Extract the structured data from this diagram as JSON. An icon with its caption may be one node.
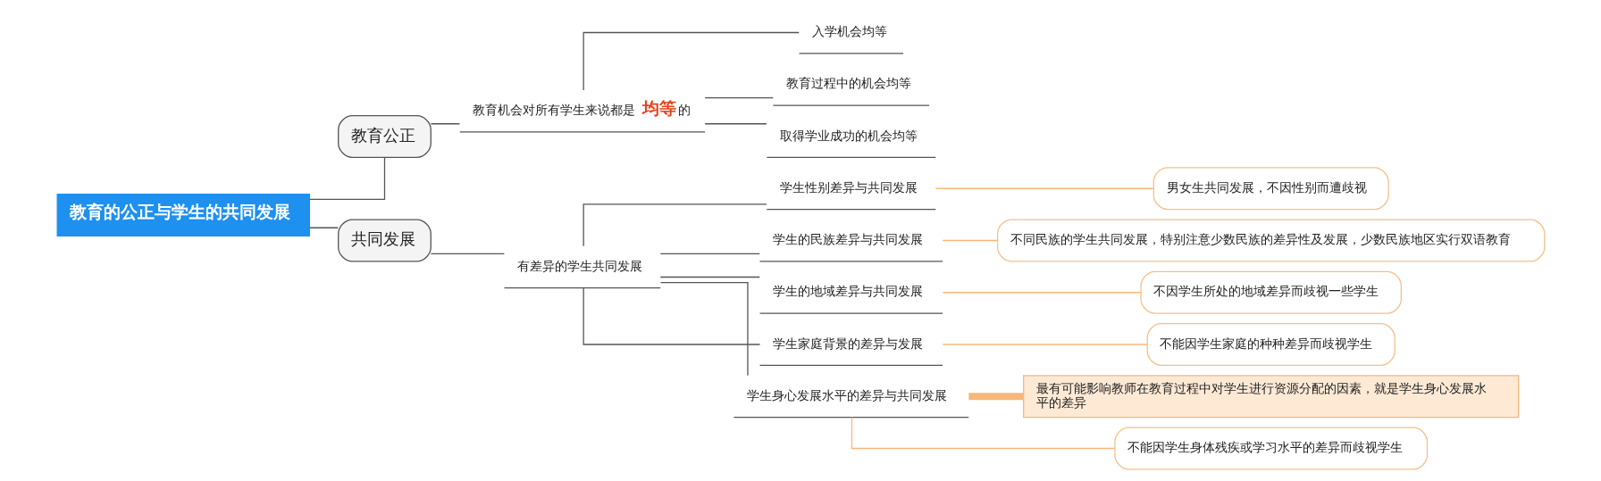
{
  "diagram": {
    "nodes": [
      {
        "text": [
          "教育的公正与学生的共同发展"
        ]
      },
      {
        "text": [
          "教育公正"
        ]
      },
      {
        "text": [
          "教育机会对所有学生来说都是**均等**的"
        ]
      },
      {
        "text": [
          "入学机会均等"
        ]
      },
      {
        "text": [
          "教育过程中的机会均等"
        ]
      },
      {
        "text": [
          "取得学业成功的机会均等"
        ]
      },
      {
        "text": [
          "共同发展"
        ]
      },
      {
        "text": [
          "有差异的学生共同发展"
        ]
      },
      {
        "text": [
          "学生性别差异与共同发展"
        ]
      },
      {
        "text": [
          "男女生共同发展，不因性别而遭歧视"
        ]
      },
      {
        "text": [
          "学生的民族差异与共同发展"
        ]
      },
      {
        "text": [
          "不同民族的学生共同发展，特别注意少数民族的差异性及发展，少数民族地区实行双语教育"
        ]
      },
      {
        "text": [
          "学生的地域差异与共同发展"
        ]
      },
      {
        "text": [
          "不因学生所处的地域差异而歧视一些学生"
        ]
      },
      {
        "text": [
          "学生家庭背景的差异与发展"
        ]
      },
      {
        "text": [
          "不能因学生家庭的种种差异而歧视学生"
        ]
      },
      {
        "text": [
          "学生身心发展水平的差异与共同发展"
        ]
      },
      {
        "text": [
          "最有可能影响教师在教育过程中对学生进行资源分配的因素，就是学生身心发展水平的差异"
        ]
      },
      {
        "text": [
          "不能因学生身体残疾或学习水平的差异而歧视学生"
        ]
      }
    ],
    "edges": [
      {
        "from": 0,
        "to": 1,
        "arrow": "none"
      },
      {
        "from": 1,
        "to": 2,
        "arrow": "none"
      },
      {
        "from": 2,
        "to": 3,
        "arrow": "none"
      },
      {
        "from": 2,
        "to": 4,
        "arrow": "none"
      },
      {
        "from": 2,
        "to": 5,
        "arrow": "none"
      },
      {
        "from": 0,
        "to": 6,
        "arrow": "none"
      },
      {
        "from": 6,
        "to": 7,
        "arrow": "none"
      },
      {
        "from": 7,
        "to": 8,
        "arrow": "none"
      },
      {
        "from": 7,
        "to": 10,
        "arrow": "none"
      },
      {
        "from": 7,
        "to": 12,
        "arrow": "none"
      },
      {
        "from": 7,
        "to": 14,
        "arrow": "none"
      },
      {
        "from": 7,
        "to": 16,
        "arrow": "none"
      },
      {
        "from": 8,
        "to": 9,
        "arrow": "none",
        "color": "#f5b77a"
      },
      {
        "from": 10,
        "to": 11,
        "arrow": "none",
        "color": "#f5b77a"
      },
      {
        "from": 12,
        "to": 13,
        "arrow": "none",
        "color": "#f5b77a"
      },
      {
        "from": 14,
        "to": 15,
        "arrow": "none",
        "color": "#f5b77a"
      },
      {
        "from": 16,
        "to": 17,
        "arrow": "none",
        "style": "thick",
        "color": "#f5b77a"
      },
      {
        "from": 16,
        "to": 18,
        "arrow": "none",
        "color": "#f5b77a"
      }
    ]
  }
}
